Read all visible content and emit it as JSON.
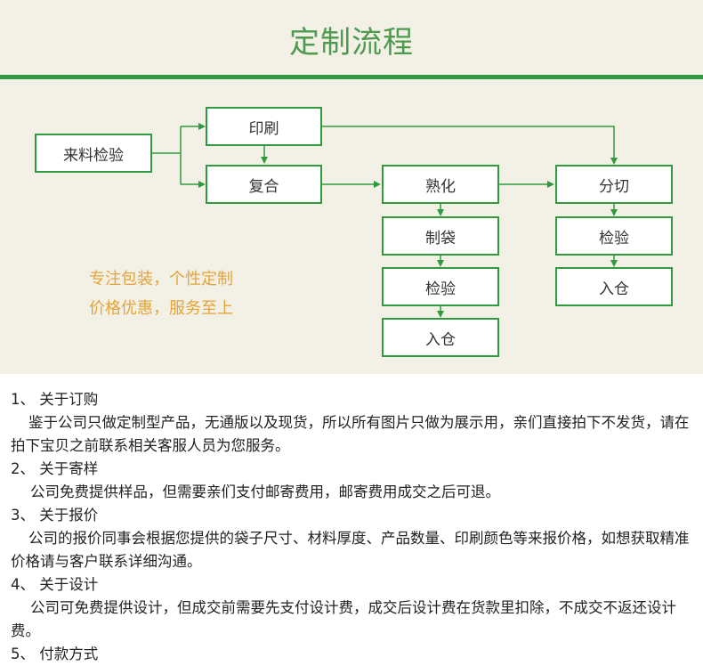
{
  "title": "定制流程",
  "steps": {
    "incoming": "来料检验",
    "print": "印刷",
    "laminate": "复合",
    "cure": "熟化",
    "bag": "制袋",
    "inspect1": "检验",
    "stock1": "入仓",
    "slit": "分切",
    "inspect2": "检验",
    "stock2": "入仓"
  },
  "slogan": [
    "专注包装，个性定制",
    "价格优惠，服务至上"
  ],
  "colors": {
    "accent": "#2f9a3f",
    "slogan": "#e4a43a",
    "panel": "#f3f0e6"
  },
  "notes": [
    {
      "heading": "1、 关于订购",
      "body": "鉴于公司只做定制型产品，无通版以及现货，所以所有图片只做为展示用，亲们直接拍下不发货，请在拍下宝贝之前联系相关客服人员为您服务。"
    },
    {
      "heading": "2、 关于寄样",
      "body": "公司免费提供样品，但需要亲们支付邮寄费用，邮寄费用成交之后可退。"
    },
    {
      "heading": "3、 关于报价",
      "body": "公司的报价同事会根据您提供的袋子尺寸、材料厚度、产品数量、印刷颜色等来报价格，如想获取精准价格请与客户联系详细沟通。"
    },
    {
      "heading": "4、 关于设计",
      "body": "公司可免费提供设计，但成交前需要先支付设计费，成交后设计费在货款里扣除，不成交不返还设计费。"
    },
    {
      "heading": "5、 付款方式",
      "body": ""
    }
  ]
}
